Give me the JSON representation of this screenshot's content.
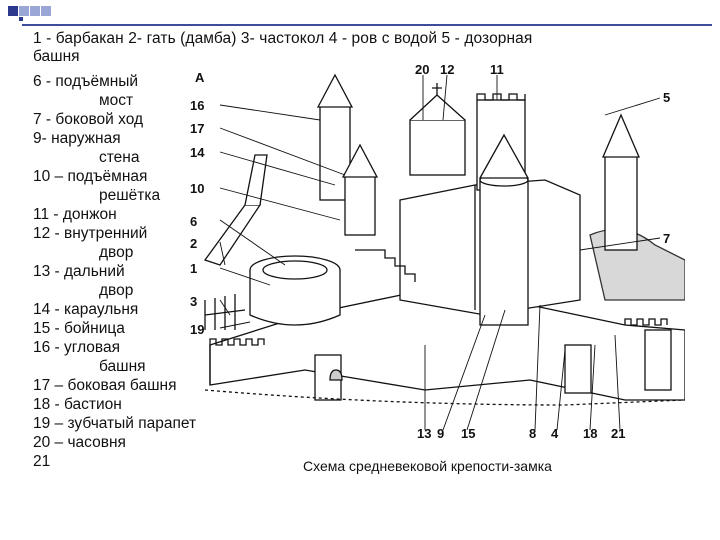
{
  "header": {
    "line1": "1 - барбакан  2- гать (дамба)  3- частокол   4 - ров с водой    5 - дозорная",
    "line2": "башня"
  },
  "legend": [
    {
      "text": "6 - подъёмный",
      "cont": "мост"
    },
    {
      "text": "7 - боковой ход",
      "cont": ""
    },
    {
      "text": "9- наружная",
      "cont": "стена"
    },
    {
      "text": "10 – подъёмная",
      "cont": "решётка"
    },
    {
      "text": "11 - донжон",
      "cont": ""
    },
    {
      "text": "12 - внутренний",
      "cont": "двор"
    },
    {
      "text": "13 - дальний",
      "cont": "двор"
    },
    {
      "text": "14 - караульня",
      "cont": ""
    },
    {
      "text": "15 - бойница",
      "cont": ""
    },
    {
      "text": "16 - угловая",
      "cont": "башня"
    },
    {
      "text": "17 – боковая башня",
      "cont": ""
    },
    {
      "text": "18 - бастион",
      "cont": ""
    },
    {
      "text": "19 – зубчатый парапет",
      "cont": ""
    },
    {
      "text": "20 – часовня",
      "cont": ""
    },
    {
      "text": "21",
      "cont": ""
    }
  ],
  "diagram": {
    "corner_letter": "А",
    "labels_top": [
      "20",
      "12",
      "11",
      "5"
    ],
    "labels_left": [
      "16",
      "17",
      "14",
      "10",
      "6",
      "2",
      "1",
      "3",
      "19"
    ],
    "labels_right": [
      "7"
    ],
    "labels_bottom": [
      "13",
      "9",
      "15",
      "8",
      "4",
      "18",
      "21"
    ]
  },
  "caption": "Схема средневековой крепости-замка",
  "colors": {
    "accent_dark": "#2b3a8c",
    "accent_light": "#9aa6d6",
    "rule": "#3e4d99",
    "ink": "#111111"
  }
}
